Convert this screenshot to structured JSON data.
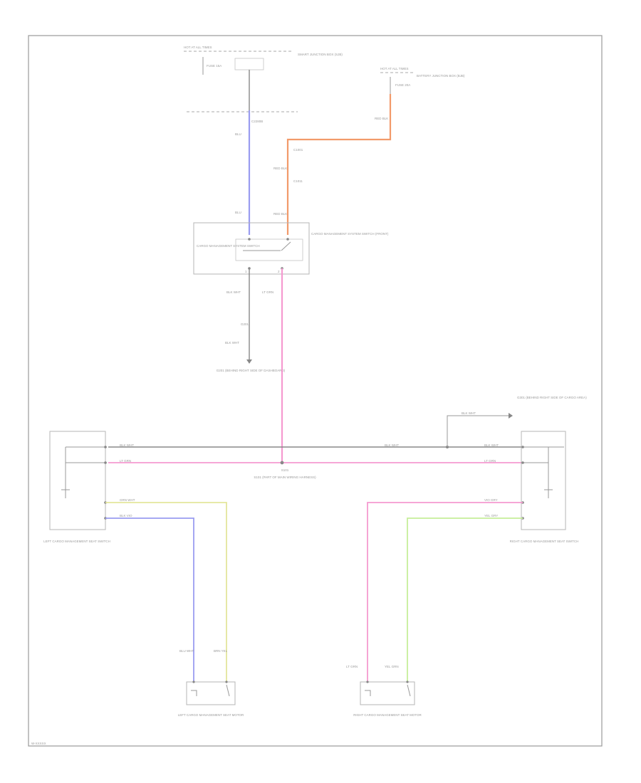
{
  "diagram_code": "W-XXXXX",
  "colors": {
    "blu": "#9a9cf0",
    "org": "#f29a6a",
    "pnk": "#f59ad0",
    "ylw": "#e4e69c",
    "grn": "#c6ee9a",
    "blk": "#8a8a8a"
  },
  "top_left_power": {
    "source": "HOT AT ALL TIMES",
    "fuse": "FUSE 15A",
    "fuse_label": "SMART JUNCTION BOX (SJB)",
    "wire": "BLU",
    "connector": "C2280B"
  },
  "top_right_power": {
    "source": "HOT AT ALL TIMES",
    "fuse": "FUSE 20A",
    "fuse_label": "BATTERY JUNCTION BOX (BJB)",
    "wire_top": "RED BLK",
    "connector_top": "C1001",
    "wire_mid": "RED BLK",
    "connector_mid": "C1011",
    "wire_low": "RED BLK"
  },
  "center_switch": {
    "label_left": "CARGO MANAGEMENT SYSTEM SWITCH",
    "label_right": "CARGO MANAGEMENT SYSTEM SWITCH (FRONT)",
    "wire_out_left": "BLK WHT",
    "wire_out_right": "LT GRN",
    "pin_left": "1",
    "pin_right": "2",
    "ground_wire": "BLK WHT",
    "ground_conn": "G201",
    "ground_label": "G201 (BEHIND RIGHT SIDE OF DASHBOARD)"
  },
  "splice": {
    "id": "S101",
    "label": "S101 (PART OF MAIN WIRING HARNESS)"
  },
  "left_seat_switch": {
    "label": "LEFT CARGO MANAGEMENT SEAT SWITCH",
    "wire1": "BLK WHT",
    "wire2": "LT GRN",
    "wire3": "GRN WHT",
    "wire4": "BLK VIO"
  },
  "right_seat_switch": {
    "label": "RIGHT CARGO MANAGEMENT SEAT SWITCH",
    "wire1": "BLK WHT",
    "wire2": "LT GRN",
    "wire3": "VIO GRY",
    "wire4": "YEL GRY",
    "ground_wire": "BLK WHT",
    "ground_label": "G301 (BEHIND RIGHT SIDE OF CARGO AREA)"
  },
  "right_switch_wires": {
    "left": "VIO GRY",
    "right": "YEL GRY"
  },
  "bottom_left_motor": {
    "label": "LEFT CARGO MANAGEMENT SEAT MOTOR",
    "wire_left": "BLU WHT",
    "wire_right": "BRN YEL"
  },
  "bottom_right_motor": {
    "label": "RIGHT CARGO MANAGEMENT SEAT MOTOR",
    "wire_left": "LT GRN",
    "wire_right": "YEL GRN"
  }
}
